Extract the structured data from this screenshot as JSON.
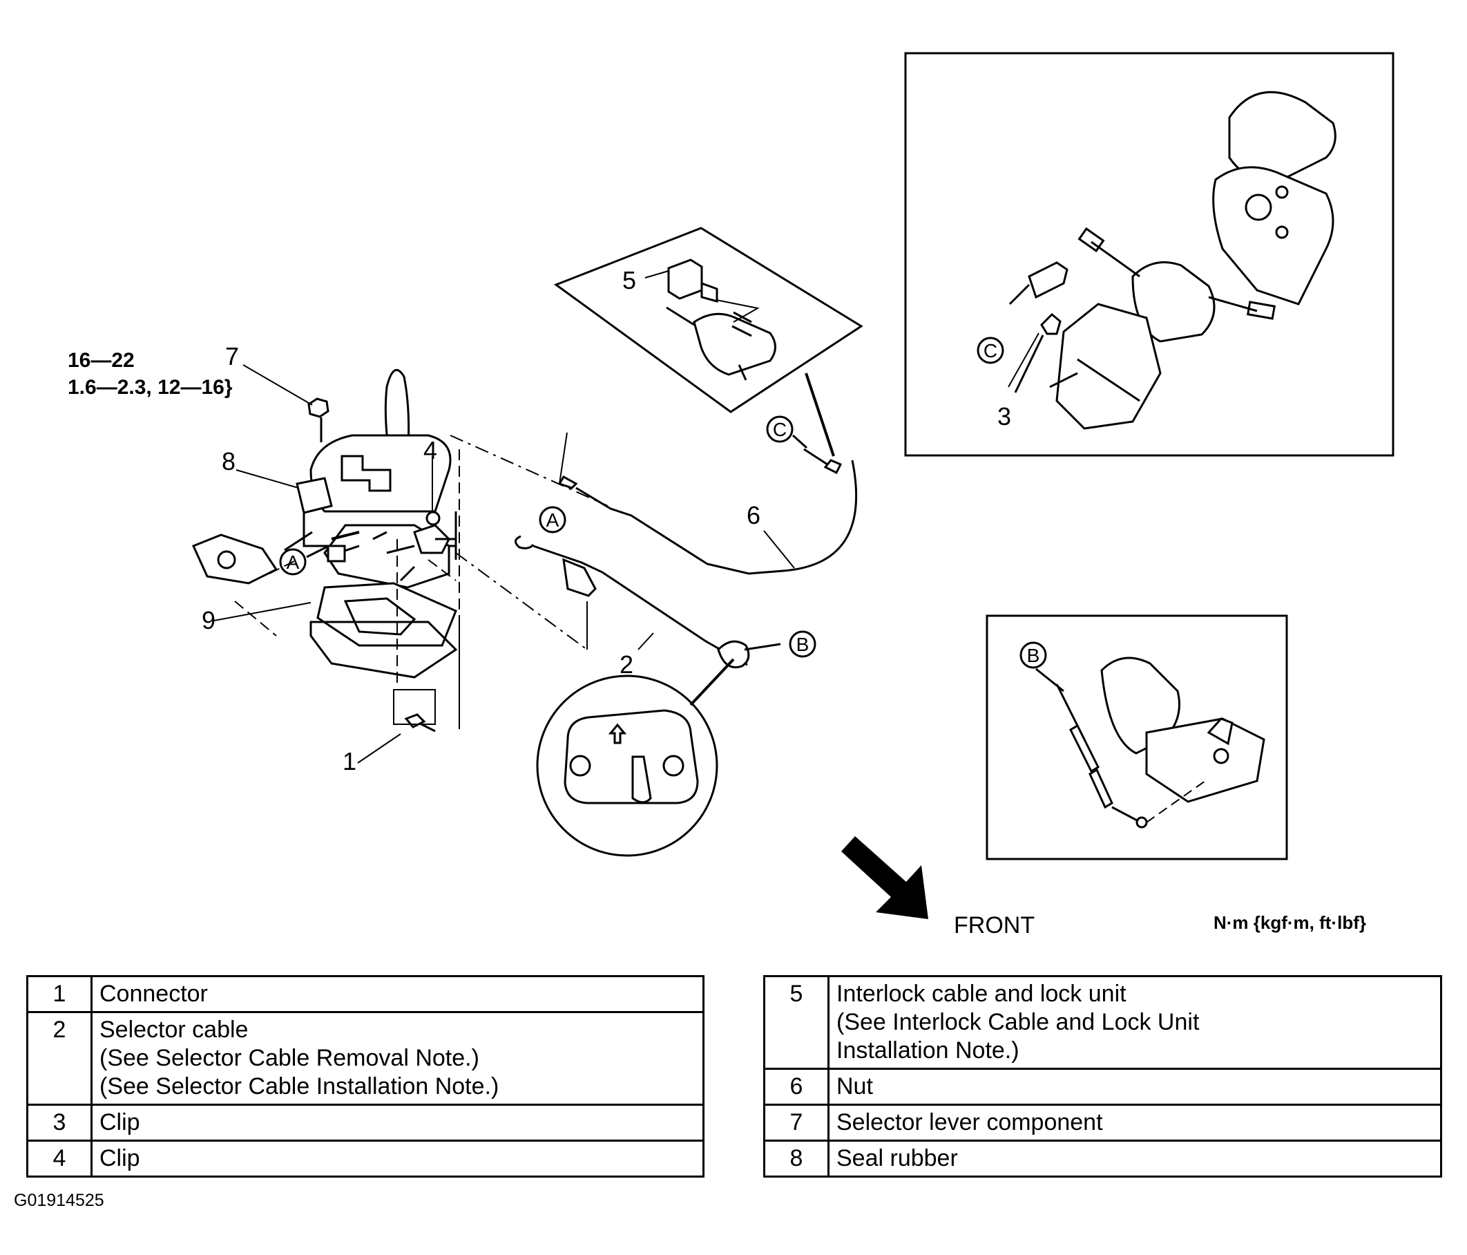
{
  "diagram": {
    "torque_spec_line1": "16—22",
    "torque_spec_line2": "1.6—2.3, 12—16}",
    "front_label": "FRONT",
    "units_label": "N·m {kgf·m, ft·lbf}",
    "callouts": {
      "n1": "1",
      "n2": "2",
      "n3": "3",
      "n4": "4",
      "n5": "5",
      "n6": "6",
      "n7": "7",
      "n8": "8",
      "n9": "9"
    },
    "reference_letters": {
      "a": "A",
      "b": "B",
      "c": "C"
    },
    "reference_code": "G01914525"
  },
  "parts_table_left": [
    {
      "num": "1",
      "name": "Connector",
      "notes": []
    },
    {
      "num": "2",
      "name": "Selector cable",
      "notes": [
        "(See Selector Cable Removal Note.)",
        "(See Selector Cable Installation Note.)"
      ]
    },
    {
      "num": "3",
      "name": "Clip",
      "notes": []
    },
    {
      "num": "4",
      "name": "Clip",
      "notes": []
    }
  ],
  "parts_table_right": [
    {
      "num": "5",
      "name": "Interlock cable and lock unit",
      "notes": [
        "(See Interlock Cable and Lock Unit",
        "Installation Note.)"
      ]
    },
    {
      "num": "6",
      "name": "Nut",
      "notes": []
    },
    {
      "num": "7",
      "name": "Selector lever component",
      "notes": []
    },
    {
      "num": "8",
      "name": "Seal rubber",
      "notes": []
    }
  ]
}
